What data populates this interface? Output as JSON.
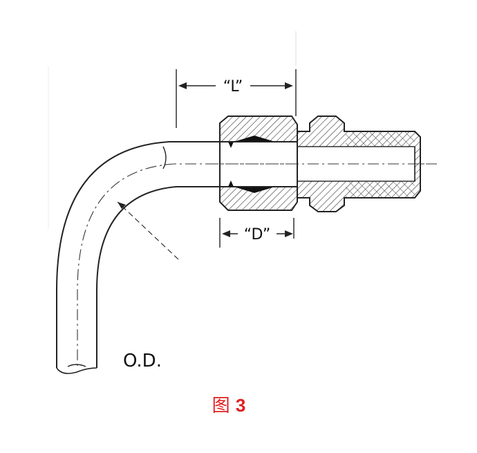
{
  "figure": {
    "label_length": "“L”",
    "label_depth": "“D”",
    "label_od": "O.D.",
    "caption_prefix": "图",
    "caption_number": "3",
    "caption_color": "#e02020"
  }
}
